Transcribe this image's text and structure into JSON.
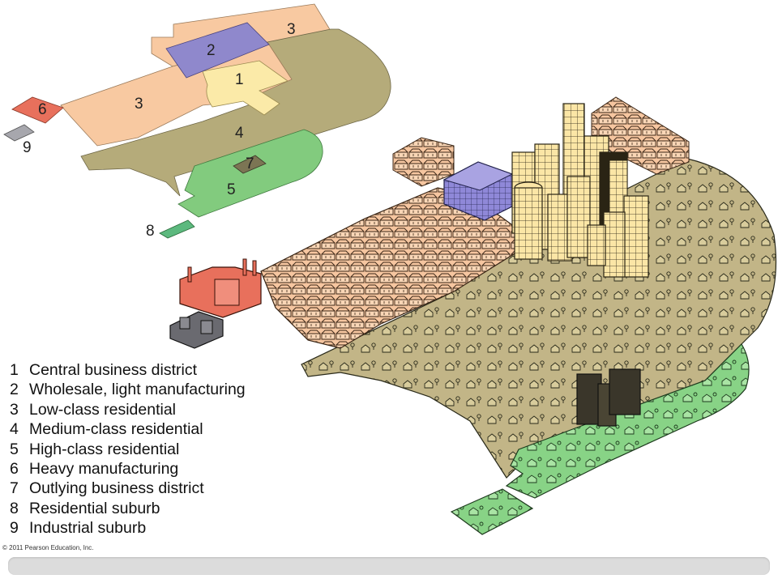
{
  "colors": {
    "cbd": "#fbeaa8",
    "wholesale": "#8f88cc",
    "low_class": "#f8c9a1",
    "medium_class": "#b5ab7a",
    "high_class": "#82cb7e",
    "heavy_mfg": "#e8705c",
    "outlying": "#7c7554",
    "res_suburb": "#5cb97e",
    "ind_suburb": "#a7a7ad",
    "ink": "#222222"
  },
  "map_labels": [
    "1",
    "2",
    "3",
    "3",
    "4",
    "5",
    "6",
    "7",
    "8",
    "9"
  ],
  "legend": [
    {
      "num": "1",
      "label": "Central business district"
    },
    {
      "num": "2",
      "label": "Wholesale, light manufacturing"
    },
    {
      "num": "3",
      "label": "Low-class residential"
    },
    {
      "num": "4",
      "label": "Medium-class residential"
    },
    {
      "num": "5",
      "label": "High-class residential"
    },
    {
      "num": "6",
      "label": "Heavy manufacturing"
    },
    {
      "num": "7",
      "label": "Outlying business district"
    },
    {
      "num": "8",
      "label": "Residential suburb"
    },
    {
      "num": "9",
      "label": "Industrial suburb"
    }
  ],
  "copyright": "© 2011 Pearson Education, Inc."
}
